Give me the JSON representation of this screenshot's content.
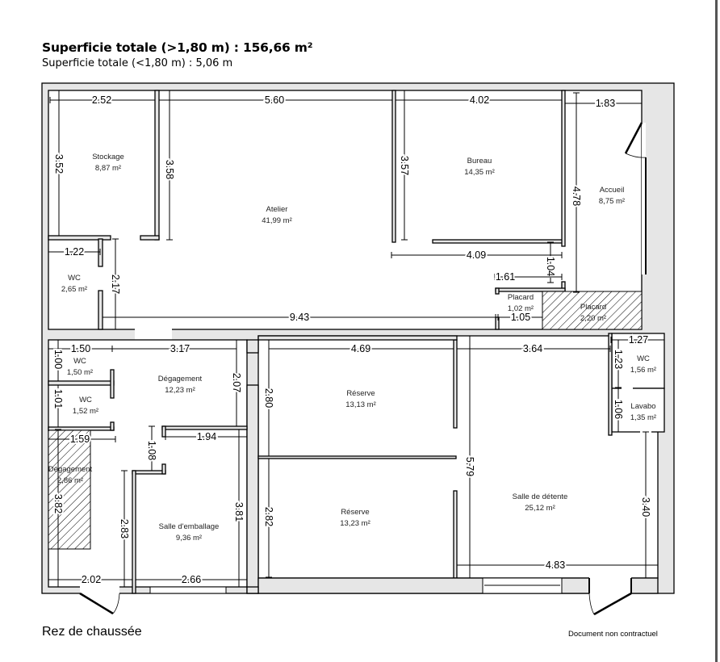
{
  "header": {
    "title": "Superficie totale (>1,80 m) : 156,66 m²",
    "subtitle": "Superficie totale (<1,80 m) : 5,06 m"
  },
  "footer": {
    "level": "Rez de chaussée",
    "disclaimer": "Document non contractuel"
  },
  "rooms": [
    {
      "name": "Stockage",
      "area": "8,87 m²"
    },
    {
      "name": "Atelier",
      "area": "41,99 m²"
    },
    {
      "name": "Bureau",
      "area": "14,35 m²"
    },
    {
      "name": "Accueil",
      "area": "8,75 m²"
    },
    {
      "name": "WC",
      "area": "2,65 m²"
    },
    {
      "name": "Placard",
      "area": "1,02 m²"
    },
    {
      "name": "Placard",
      "area": "2,20 m²"
    },
    {
      "name": "WC",
      "area": "1,50 m²"
    },
    {
      "name": "WC",
      "area": "1,52 m²"
    },
    {
      "name": "Dégagement",
      "area": "12,23 m²"
    },
    {
      "name": "Réserve",
      "area": "13,13 m²"
    },
    {
      "name": "Réserve",
      "area": "13,23 m²"
    },
    {
      "name": "Dégagement",
      "area": "2,86 m²"
    },
    {
      "name": "Salle d'emballage",
      "area": "9,36 m²"
    },
    {
      "name": "Salle de détente",
      "area": "25,12 m²"
    },
    {
      "name": "WC",
      "area": "1,56 m²"
    },
    {
      "name": "Lavabo",
      "area": "1,35 m²"
    }
  ],
  "dimensions": [
    "2.52",
    "5.60",
    "4.02",
    "1.83",
    "3.52",
    "3.58",
    "3.57",
    "4.78",
    "1.22",
    "2.17",
    "9.43",
    "4.09",
    "1.04",
    "1.61",
    "1.05",
    "1.50",
    "3.17",
    "4.69",
    "3.64",
    "1.27",
    "1.00",
    "1.01",
    "2.07",
    "2.80",
    "1.23",
    "1.06",
    "1.59",
    "1.08",
    "1.94",
    "5.79",
    "3.82",
    "2.83",
    "3.81",
    "2.82",
    "3.40",
    "2.02",
    "2.66",
    "4.83"
  ]
}
